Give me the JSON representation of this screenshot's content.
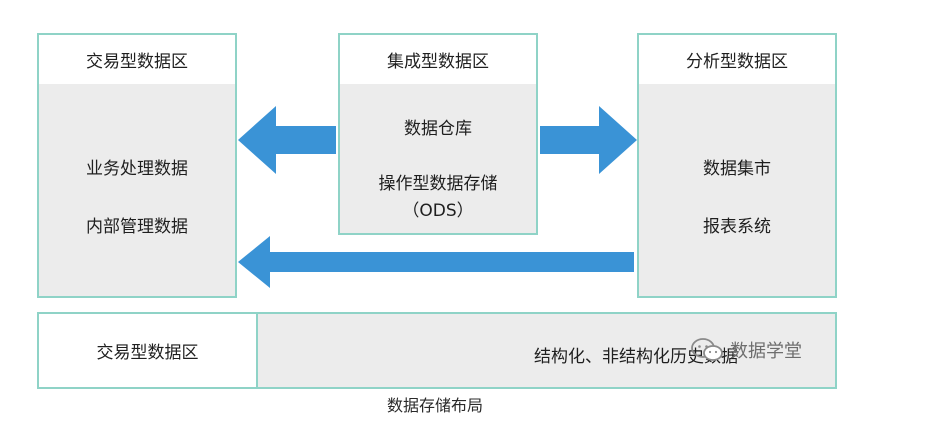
{
  "left_panel": {
    "title": "交易型数据区",
    "items": [
      "业务处理数据",
      "内部管理数据"
    ]
  },
  "center_panel": {
    "title": "集成型数据区",
    "items": [
      "数据仓库",
      "操作型数据存储",
      "（ODS）"
    ]
  },
  "right_panel": {
    "title": "分析型数据区",
    "items": [
      "数据集市",
      "报表系统"
    ]
  },
  "bottom_panel": {
    "left_label": "交易型数据区",
    "right_label": "结构化、非结构化历史数据"
  },
  "watermark": {
    "text": "数据学堂",
    "icon": "wechat-icon"
  },
  "caption": "数据存储布局",
  "colors": {
    "border": "#8fd3c7",
    "arrow": "#3a93d6",
    "panel_fill": "#ececec"
  }
}
